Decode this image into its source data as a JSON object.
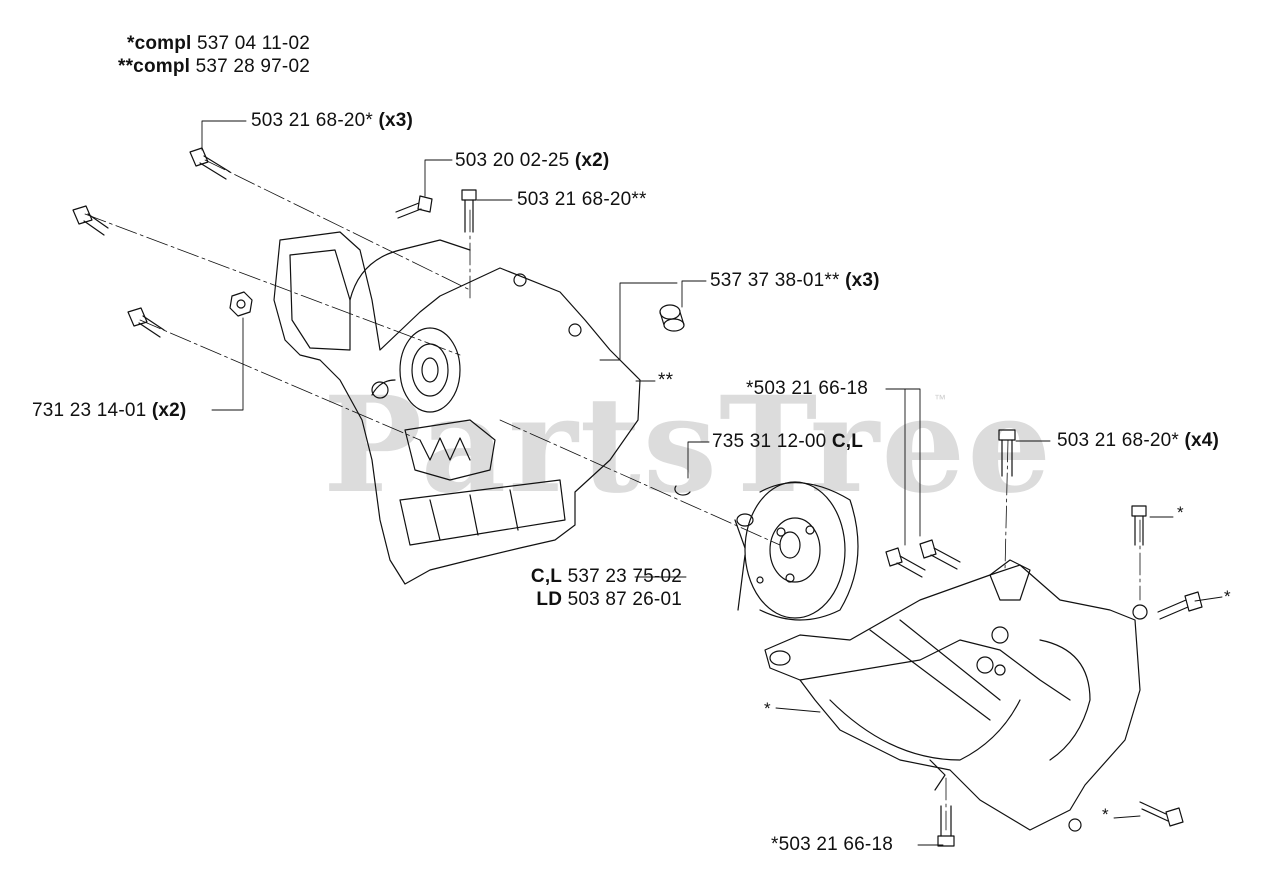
{
  "watermark": {
    "text": "PartsTree",
    "tm": "™"
  },
  "legend": [
    {
      "prefix": "*compl",
      "number": "537 04 11-02"
    },
    {
      "prefix": "**compl",
      "number": "537 28 97-02"
    }
  ],
  "callouts": {
    "bolt_a": {
      "number": "503 21 68-20*",
      "qty": "(x3)"
    },
    "bolt_b": {
      "number": "503 20 02-25",
      "qty": "(x2)"
    },
    "bolt_c": {
      "number": "503 21 68-20**",
      "qty": ""
    },
    "sleeve": {
      "number": "537 37 38-01**",
      "qty": "(x3)"
    },
    "nut": {
      "number": "731 23 14-01",
      "qty": "(x2)"
    },
    "housing_mark": {
      "number": "**"
    },
    "screw_d": {
      "number": "*503 21 66-18"
    },
    "bolt_e": {
      "number": "503 21 68-20*",
      "qty": "(x4)"
    },
    "ring": {
      "number": "735 31 12-00",
      "code": "C,L"
    },
    "drum_cl": {
      "code": "C,L",
      "number": "537 23 75-02"
    },
    "drum_ld": {
      "code": "LD",
      "number": "503 87 26-01"
    },
    "screw_f": {
      "number": "*503 21 66-18"
    },
    "star_1": "*",
    "star_2": "*",
    "star_3": "*",
    "star_4": "*"
  }
}
